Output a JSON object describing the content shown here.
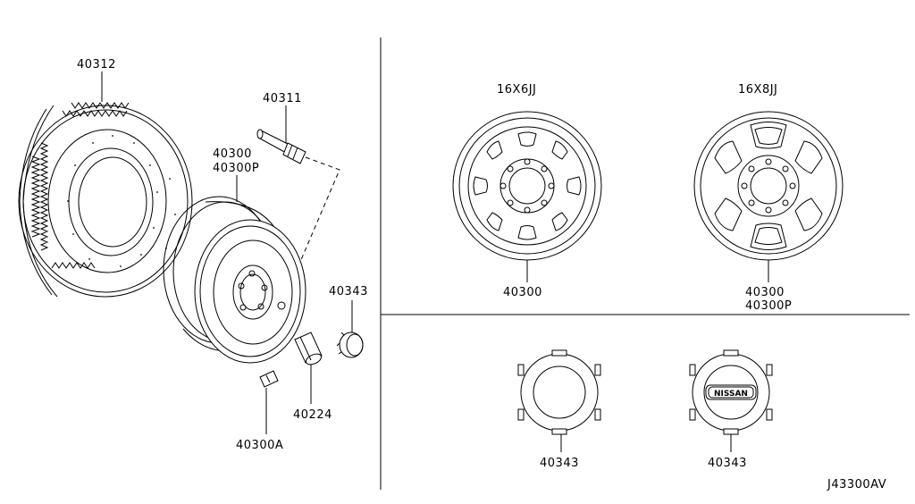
{
  "labels": {
    "tire": "40312",
    "valve": "40311",
    "wheel_left_a": "40300",
    "wheel_left_b": "40300P",
    "cap_small": "40343",
    "nut": "40224",
    "weight": "40300A",
    "size_left": "16X6JJ",
    "size_right": "16X8JJ",
    "wheel_mid": "40300",
    "wheel_right_a": "40300",
    "wheel_right_b": "40300P",
    "cap_plain": "40343",
    "cap_nissan": "40343",
    "nissan_logo": "NISSAN",
    "diagram_code": "J43300AV"
  }
}
